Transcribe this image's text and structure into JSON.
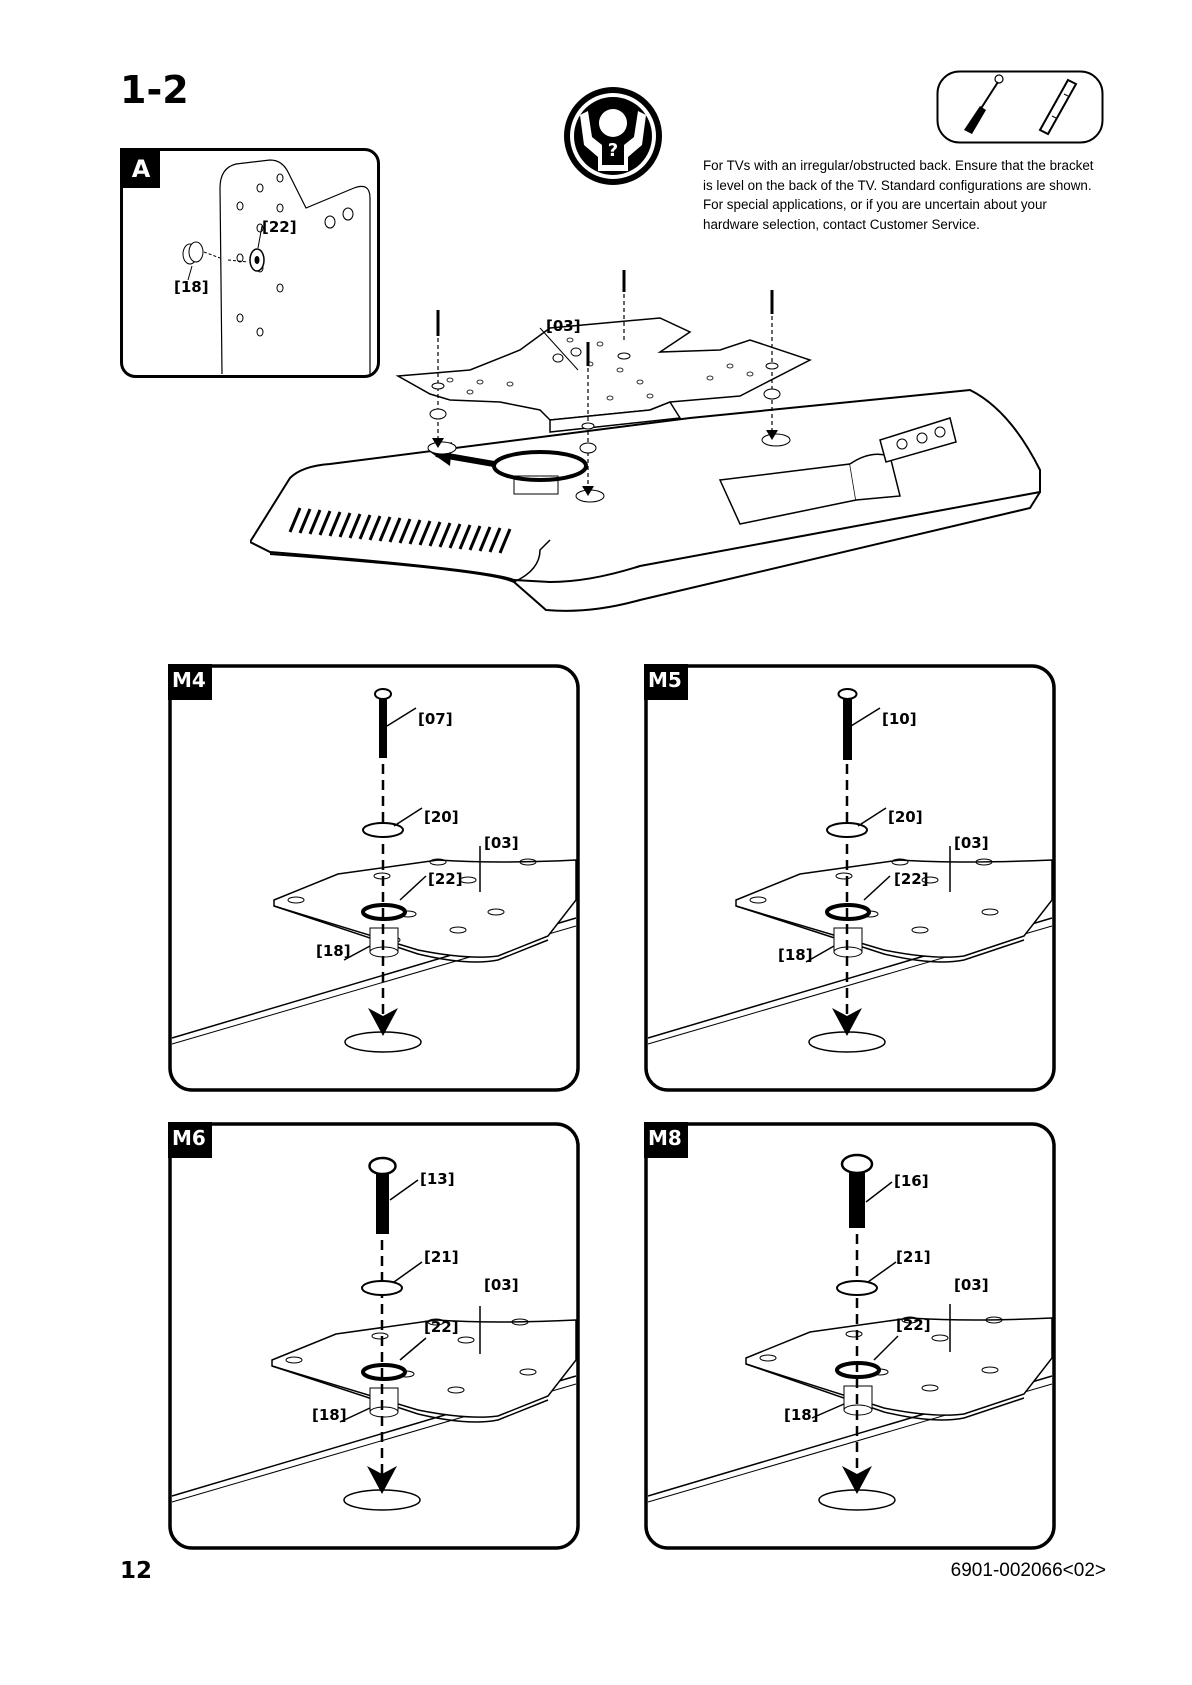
{
  "step_title": "1-2",
  "note": " For TVs with an irregular/obstructed back. Ensure that the bracket is level on the back of the TV.  Standard configurations are shown. For special applications, or if you are uncertain about your hardware selection, contact Customer Service.",
  "detail_a": {
    "label": "A",
    "washer_callout": "[22]",
    "spacer_callout": "[18]"
  },
  "overview": {
    "bracket_callout": "[03]"
  },
  "panels": [
    {
      "label": "M4",
      "screw": "[07]",
      "washer": "[20]",
      "plate": "[03]",
      "bracket_washer": "[22]",
      "spacer": "[18]"
    },
    {
      "label": "M5",
      "screw": "[10]",
      "washer": "[20]",
      "plate": "[03]",
      "bracket_washer": "[22]",
      "spacer": "[18]"
    },
    {
      "label": "M6",
      "screw": "[13]",
      "washer": "[21]",
      "plate": "[03]",
      "bracket_washer": "[22]",
      "spacer": "[18]"
    },
    {
      "label": "M8",
      "screw": "[16]",
      "washer": "[21]",
      "plate": "[03]",
      "bracket_washer": "[22]",
      "spacer": "[18]"
    }
  ],
  "footer": {
    "page_number": "12",
    "doc_code": "6901-002066<02>"
  },
  "icons": {
    "help": "help-person-icon",
    "tools": "screwdriver-and-wrench-icon"
  }
}
